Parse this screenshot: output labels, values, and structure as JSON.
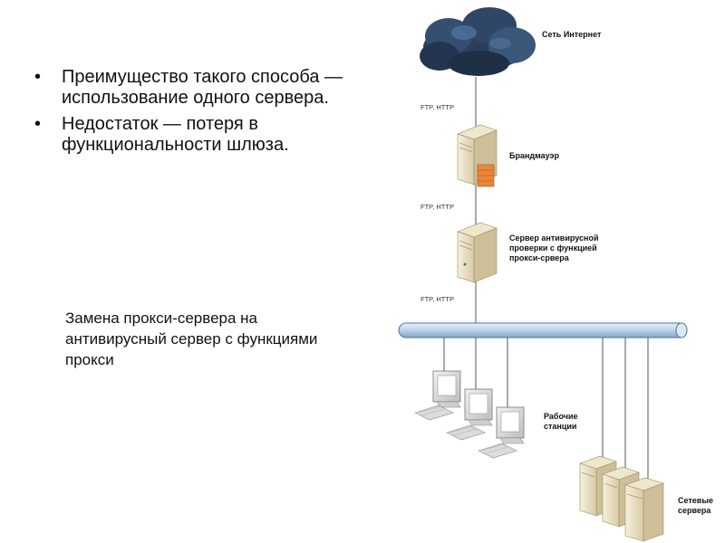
{
  "bullets": [
    "Преимущество такого способа — использование одного сервера.",
    "Недостаток — потеря в функциональности шлюза."
  ],
  "caption": "Замена прокси-сервера на антивирусный сервер с функциями прокси",
  "diagram": {
    "internet_label": "Сеть Интернет",
    "firewall_label": "Брандмауэр",
    "av_server_label": "Сервер антивирусной проверки с функцией прокси-срвера",
    "workstations_label": "Рабочие станции",
    "servers_label": "Сетевые сервера",
    "protocols": [
      "FTP, HTTP",
      "FTP, HTTP",
      "FTP, HTTP"
    ]
  }
}
